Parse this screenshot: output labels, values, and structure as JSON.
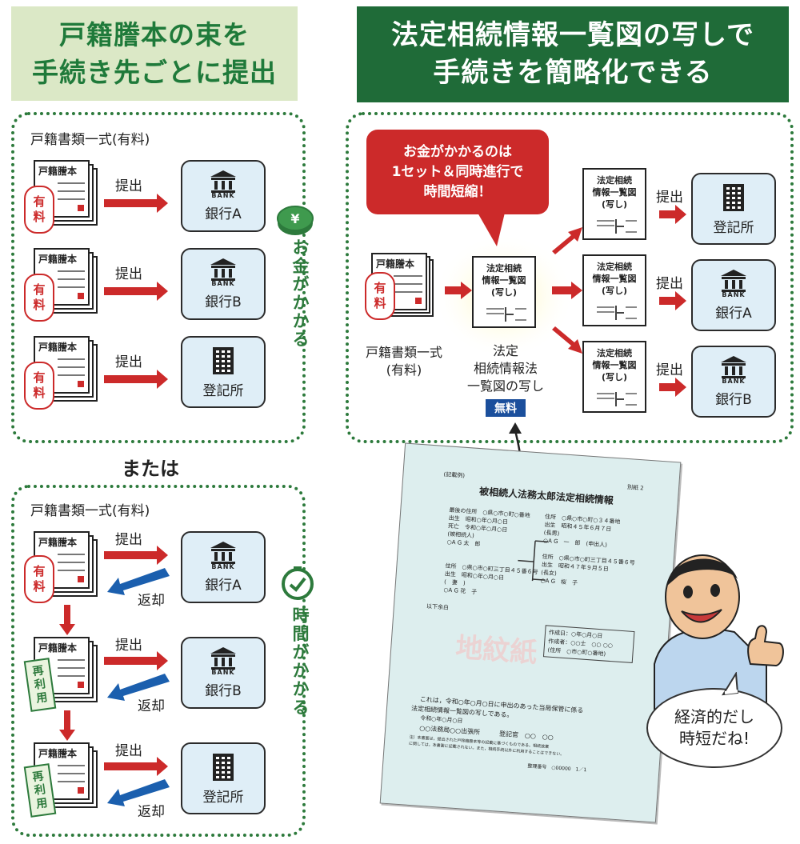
{
  "left_header": {
    "line1": "戸籍謄本の束を",
    "line2": "手続き先ごとに提出"
  },
  "right_header": {
    "line1": "法定相続情報一覧図の写しで",
    "line2": "手続きを簡略化できる"
  },
  "left_top": {
    "label": "戸籍書類一式(有料)",
    "doc_title": "戸籍謄本",
    "badge": [
      "有",
      "料"
    ],
    "arrow_label": "提出",
    "side_text": "お金がかかる",
    "targets": [
      "銀行A",
      "銀行B",
      "登記所"
    ]
  },
  "or_text": "または",
  "left_bottom": {
    "label": "戸籍書類一式(有料)",
    "doc_title": "戸籍謄本",
    "badge_paid": [
      "有",
      "料"
    ],
    "badge_reuse": [
      "再",
      "利",
      "用"
    ],
    "submit_label": "提出",
    "return_label": "返却",
    "side_text": "時間がかかる",
    "targets": [
      "銀行A",
      "銀行B",
      "登記所"
    ]
  },
  "bank_sub": "BANK",
  "right_panel": {
    "callout": [
      "お金がかかるのは",
      "1セット＆同時進行で",
      "時間短縮！"
    ],
    "doc_title": "戸籍謄本",
    "badge": [
      "有",
      "料"
    ],
    "doc_caption": [
      "戸籍書類一式",
      "(有料)"
    ],
    "map_title": [
      "法定相続",
      "情報一覧図",
      "(写し)"
    ],
    "center_caption": [
      "法定",
      "相続情報法",
      "一覧図の写し"
    ],
    "free_badge": "無料",
    "submit_label": "提出",
    "targets": [
      "登記所",
      "銀行A",
      "銀行B"
    ]
  },
  "paper": {
    "example": "(記載例)",
    "page_no": "別紙 2",
    "title": "被相続人法務太郎法定相続情報",
    "rows": [
      "最後の住所　○県○市○町○番地",
      "出生　昭和○年○月○日",
      "死亡　令和○年○月○日",
      "(被相続人)",
      "○A G 太　郎",
      "住所　○県○市○町○３４番地",
      "出生　昭和４５年６月７日",
      "(長男)",
      "○A G　一　郎　(申出人)",
      "住所　○県○市○町三丁目４５番６号",
      "出生　昭和４７年９月５日",
      "(長女)",
      "○A G　桜　子",
      "住所　○県○市○町三丁目４５番６号",
      "出生　昭和○年○月○日",
      "(　妻　)",
      "○A G 花　子",
      "以下余白"
    ],
    "box": [
      "作成日：○年○月○日",
      "作成者：○○士　○○ ○○",
      "(住所　○市○町○番地)"
    ],
    "watermark": "地紋紙",
    "footer": [
      "これは，令和○年○月○日に申出のあった当局保管に係る",
      "法定相続情報一覧図の写しである。",
      "令和○年○月○日",
      "○○法務局○○出張所　　　登記官　○○　○○",
      "注）本書面は，提出された戸除籍謄本等の記載に基づくものである。相続放棄",
      "に関しては，本書面に記載されない。また，相続手続以外に利用することはできない。",
      "整理番号　○00000　1／1"
    ]
  },
  "bubble": [
    "経済的だし",
    "時短だね!"
  ],
  "colors": {
    "green": "#2d7a3c",
    "dark_green": "#1f6b38",
    "red": "#cc2a2a",
    "blue": "#1b5fae",
    "bank_bg": "#dfeef7"
  },
  "icons": [
    "bank-icon",
    "building-icon",
    "yen-coin-icon",
    "clock-icon",
    "arrow-icon",
    "loop-arrow-icon",
    "thumbs-up-person-icon"
  ]
}
